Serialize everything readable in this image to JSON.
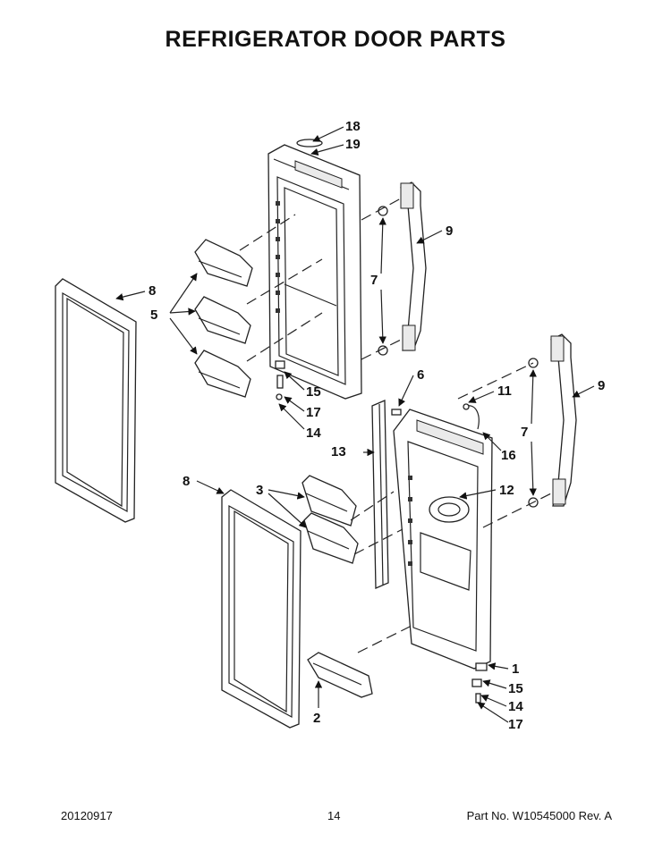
{
  "title": "REFRIGERATOR DOOR PARTS",
  "callouts": {
    "c18": "18",
    "c19": "19",
    "c9a": "9",
    "c7a": "7",
    "c8a": "8",
    "c5": "5",
    "c15a": "15",
    "c17a": "17",
    "c14a": "14",
    "c6": "6",
    "c11": "11",
    "c9b": "9",
    "c7b": "7",
    "c13": "13",
    "c16": "16",
    "c12": "12",
    "c8b": "8",
    "c3": "3",
    "c1": "1",
    "c15b": "15",
    "c14b": "14",
    "c17b": "17",
    "c2": "2"
  },
  "footer": {
    "date": "20120917",
    "page": "14",
    "part_no": "Part No. W10545000  Rev. A"
  }
}
